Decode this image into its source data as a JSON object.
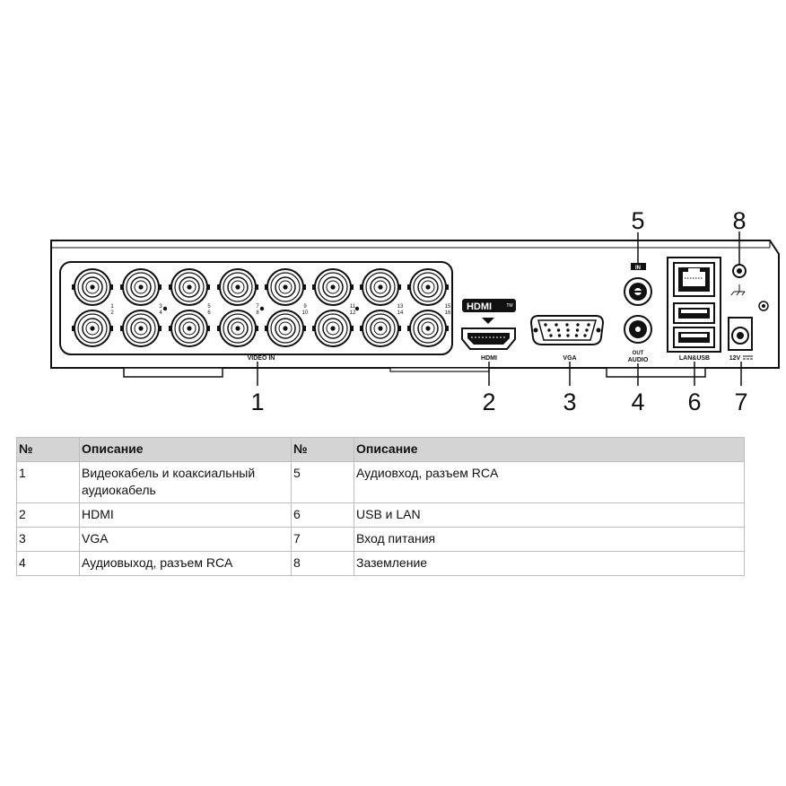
{
  "diagram": {
    "panel_labels": {
      "video_in": "VIDEO IN",
      "hdmi": "HDMI",
      "hdmi_logo": "HDMI",
      "hdmi_tm": "TM",
      "vga": "VGA",
      "audio": "AUDIO",
      "audio_in": "IN",
      "audio_out": "OUT",
      "lan_usb": "LAN&USB",
      "power": "12V"
    },
    "channel_numbers": [
      "1",
      "2",
      "3",
      "4",
      "5",
      "6",
      "7",
      "8",
      "9",
      "10",
      "11",
      "12",
      "13",
      "14",
      "15",
      "16"
    ],
    "callouts": [
      "1",
      "2",
      "3",
      "4",
      "5",
      "6",
      "7",
      "8"
    ],
    "icons": [
      "bnc-connector-icon",
      "hdmi-port-icon",
      "vga-port-icon",
      "rca-jack-icon",
      "rj45-port-icon",
      "usb-port-icon",
      "dc-power-jack-icon",
      "ground-terminal-icon",
      "ground-symbol-icon"
    ]
  },
  "table": {
    "headers": [
      "№",
      "Описание",
      "№",
      "Описание"
    ],
    "rows": [
      [
        "1",
        "Видеокабель и коаксиальный аудиокабель",
        "5",
        "Аудиовход, разъем RCA"
      ],
      [
        "2",
        "HDMI",
        "6",
        "USB и LAN"
      ],
      [
        "3",
        "VGA",
        "7",
        "Вход питания"
      ],
      [
        "4",
        "Аудиовыход, разъем RCA",
        "8",
        "Заземление"
      ]
    ]
  }
}
